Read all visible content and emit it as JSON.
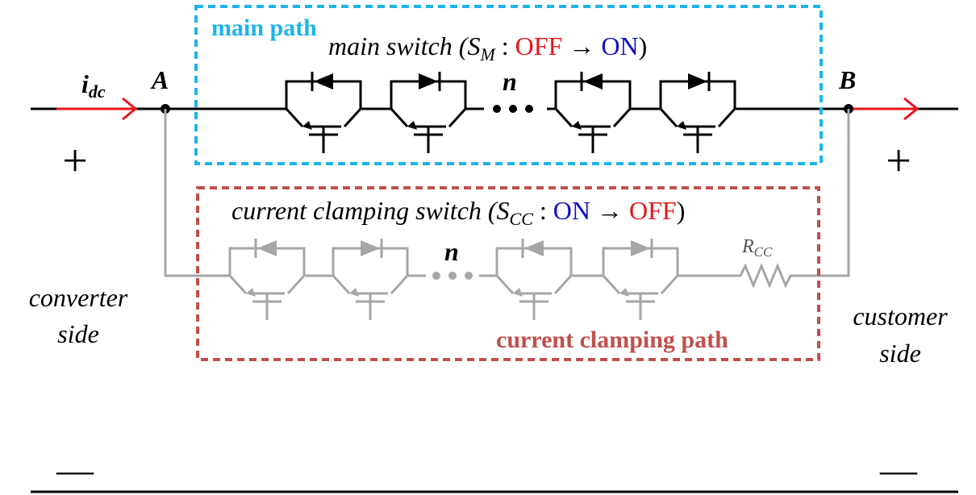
{
  "labels": {
    "current_symbol": "i",
    "current_subscript": "dc",
    "node_a": "A",
    "node_b": "B",
    "plus_left": "+",
    "plus_right": "+",
    "minus_left": "—",
    "minus_right": "—",
    "converter_line1": "converter",
    "converter_line2": "side",
    "customer_line1": "customer",
    "customer_line2": "side",
    "main_path": "main path",
    "clamping_path": "current clamping path",
    "main_n": "n",
    "clamp_n": "n",
    "resistor_symbol": "R",
    "resistor_subscript": "CC"
  },
  "main_switch": {
    "prefix": "main switch (",
    "symbol": "S",
    "subscript": "M",
    "colon": " : ",
    "from_state": "OFF",
    "arrow": "→",
    "to_state": "ON",
    "suffix": ")"
  },
  "clamp_switch": {
    "prefix": "current clamping switch (",
    "symbol": "S",
    "subscript": "CC",
    "colon": " : ",
    "from_state": "ON",
    "arrow": "→",
    "to_state": "OFF",
    "suffix": ")"
  },
  "colors": {
    "wire": "#000000",
    "grey_wire": "#a6a6a6",
    "current_arrow": "#e8151b",
    "main_box": "#1cb4e8",
    "clamp_box": "#c0504d",
    "state_off": "#e8151b",
    "state_on": "#1010c8"
  },
  "icons": {
    "igbt": "igbt-with-antiparallel-diode-icon",
    "resistor": "resistor-icon"
  }
}
